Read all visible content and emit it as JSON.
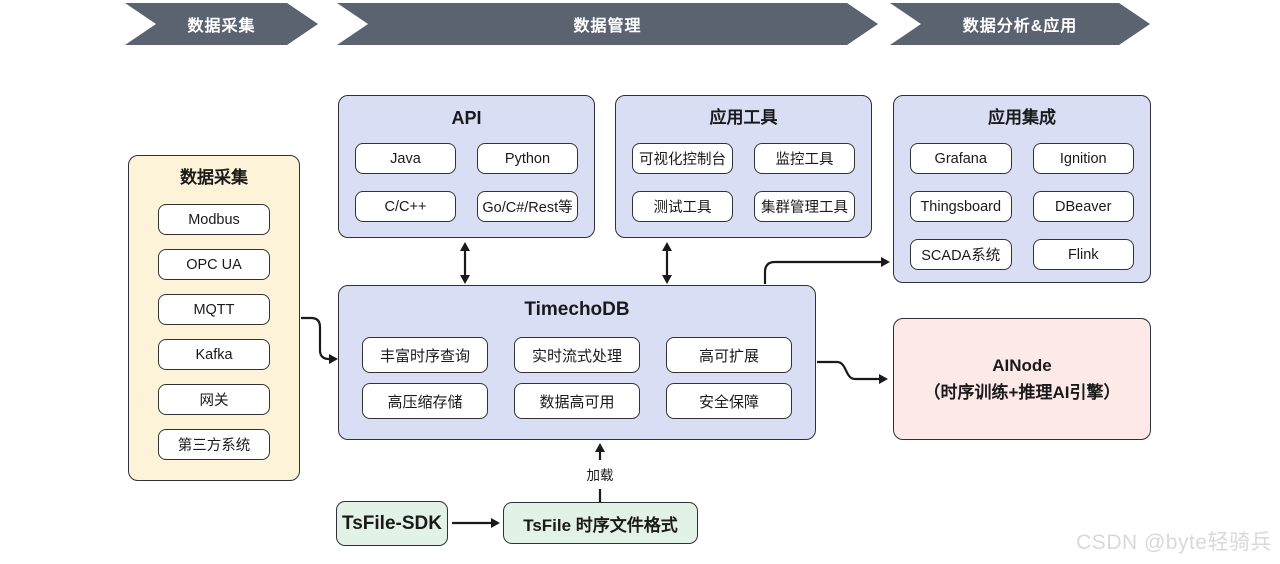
{
  "banners": [
    {
      "label": "数据采集"
    },
    {
      "label": "数据管理"
    },
    {
      "label": "数据分析&应用"
    }
  ],
  "groups": {
    "data_collection": {
      "title": "数据采集",
      "items": [
        "Modbus",
        "OPC UA",
        "MQTT",
        "Kafka",
        "网关",
        "第三方系统"
      ]
    },
    "api": {
      "title": "API",
      "items": [
        "Java",
        "Python",
        "C/C++",
        "Go/C#/Rest等"
      ]
    },
    "app_tools": {
      "title": "应用工具",
      "items": [
        "可视化控制台",
        "监控工具",
        "测试工具",
        "集群管理工具"
      ]
    },
    "app_integration": {
      "title": "应用集成",
      "items": [
        "Grafana",
        "Ignition",
        "Thingsboard",
        "DBeaver",
        "SCADA系统",
        "Flink"
      ]
    },
    "timechodb": {
      "title": "TimechoDB",
      "items": [
        "丰富时序查询",
        "实时流式处理",
        "高可扩展",
        "高压缩存储",
        "数据高可用",
        "安全保障"
      ]
    },
    "ainode": {
      "line1": "AINode",
      "line2": "（时序训练+推理AI引擎）"
    },
    "tsfile_sdk": {
      "label": "TsFile-SDK"
    },
    "tsfile_format": {
      "label": "TsFile 时序文件格式"
    }
  },
  "labels": {
    "load": "加载"
  },
  "watermark": "CSDN @byte轻骑兵",
  "colors": {
    "banner_bg": "#5b6371",
    "panel_purple": "#dadef5",
    "panel_yellow": "#fdf3d8",
    "panel_pink": "#fdeae8",
    "panel_green": "#e3f2e7",
    "stroke": "#1a1a1a"
  }
}
